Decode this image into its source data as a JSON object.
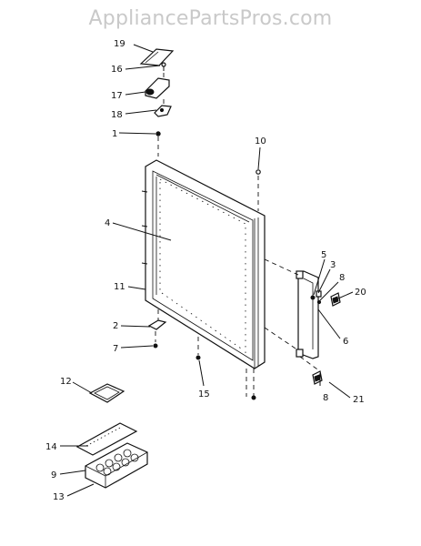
{
  "watermark": "AppliancePartsPros.com",
  "callouts": {
    "c1": "1",
    "c2": "2",
    "c3": "3",
    "c4": "4",
    "c5": "5",
    "c6": "6",
    "c7": "7",
    "c8a": "8",
    "c8b": "8",
    "c9": "9",
    "c10": "10",
    "c11": "11",
    "c12": "12",
    "c13": "13",
    "c14": "14",
    "c15": "15",
    "c16": "16",
    "c17": "17",
    "c18": "18",
    "c19": "19",
    "c20": "20",
    "c21": "21"
  }
}
